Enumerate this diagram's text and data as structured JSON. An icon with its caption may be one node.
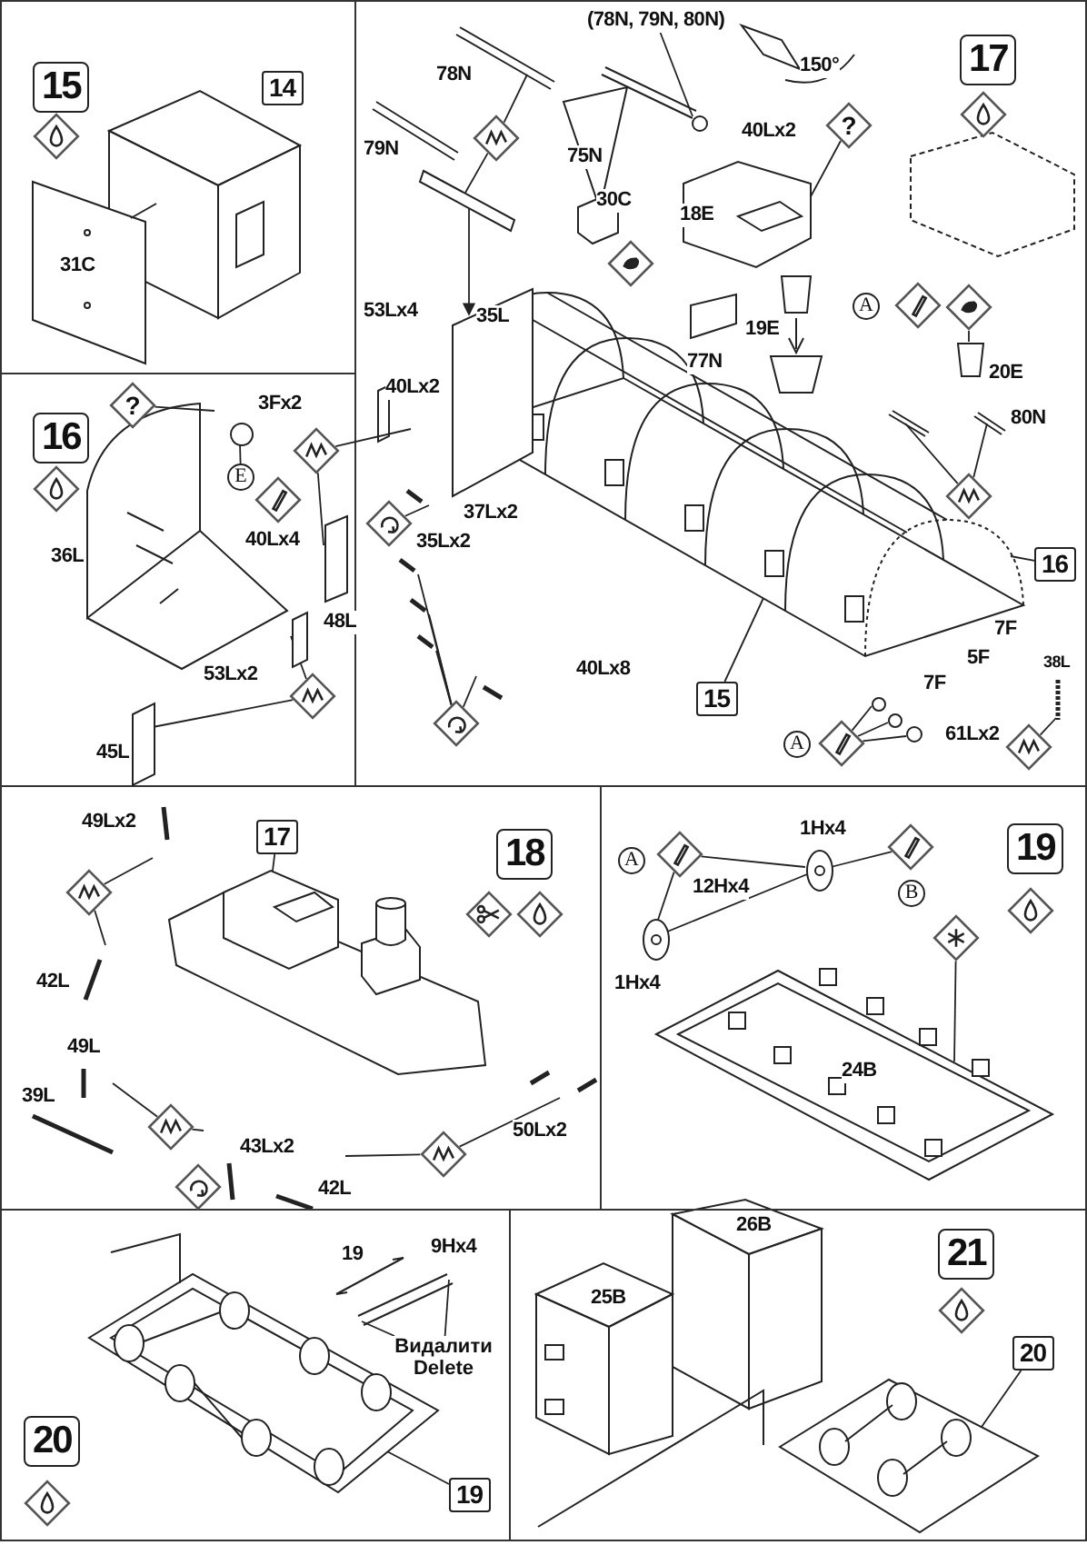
{
  "diagram": {
    "nodes": [
      {
        "text": [],
        "shape": "box"
      },
      {
        "text": [
          "15"
        ],
        "in": 0
      },
      {
        "text": [
          "14"
        ],
        "in": 0
      },
      {
        "text": [],
        "shape": "box"
      },
      {
        "text": [
          "17"
        ],
        "in": 3
      },
      {
        "text": [
          "(78N, 79N, 80N)"
        ],
        "in": 3
      },
      {
        "text": [
          "?"
        ],
        "in": 3
      },
      {
        "text": [
          "A"
        ],
        "in": 3
      },
      {
        "text": [
          "16"
        ],
        "in": 3
      },
      {
        "text": [
          "15"
        ],
        "in": 3
      },
      {
        "text": [
          "A"
        ],
        "in": 3
      },
      {
        "text": [],
        "shape": "diamond",
        "in": 3
      },
      {
        "text": [],
        "shape": "diamond",
        "in": 3
      },
      {
        "text": [],
        "shape": "diamond",
        "in": 3
      },
      {
        "text": [],
        "shape": "diamond",
        "in": 3
      },
      {
        "text": [],
        "shape": "diamond",
        "in": 3
      },
      {
        "text": [],
        "shape": "diamond",
        "in": 3
      },
      {
        "text": [],
        "shape": "diamond",
        "in": 3
      },
      {
        "text": [],
        "shape": "box"
      },
      {
        "text": [
          "16"
        ],
        "in": 18
      },
      {
        "text": [
          "?"
        ],
        "in": 18
      },
      {
        "text": [
          "E"
        ],
        "in": 18
      },
      {
        "text": [],
        "shape": "diamond",
        "in": 18
      },
      {
        "text": [],
        "shape": "diamond",
        "in": 18
      },
      {
        "text": [],
        "shape": "box",
        "in": 3
      },
      {
        "text": [],
        "shape": "box"
      },
      {
        "text": [
          "17"
        ],
        "in": 25
      },
      {
        "text": [
          "18"
        ],
        "in": 25
      },
      {
        "text": [],
        "shape": "diamond",
        "in": 25
      },
      {
        "text": [],
        "shape": "diamond",
        "in": 25
      },
      {
        "text": [],
        "shape": "diamond",
        "in": 25
      },
      {
        "text": [],
        "shape": "box"
      },
      {
        "text": [
          "A"
        ],
        "in": 31
      },
      {
        "text": [
          "B"
        ],
        "in": 31
      },
      {
        "text": [
          "19"
        ],
        "in": 31
      },
      {
        "text": [],
        "shape": "diamond",
        "in": 31
      },
      {
        "text": [],
        "shape": "diamond",
        "in": 31
      },
      {
        "text": [],
        "shape": "diamond",
        "in": 31
      },
      {
        "text": [],
        "shape": "box"
      },
      {
        "text": [
          "Видалити Delete"
        ],
        "in": 38
      },
      {
        "text": [
          "20"
        ],
        "in": 38
      },
      {
        "text": [
          "19"
        ],
        "in": 38
      },
      {
        "text": [],
        "shape": "box"
      },
      {
        "text": [
          "21"
        ],
        "in": 42
      },
      {
        "text": [
          "20"
        ],
        "in": 42
      },
      {
        "text": [],
        "shape": "picture",
        "in": 3
      },
      {
        "text": [],
        "shape": "picture",
        "in": 3
      },
      {
        "text": [],
        "shape": "bar",
        "in": 3
      },
      {
        "text": [],
        "shape": "bar",
        "in": 3
      },
      {
        "text": [],
        "shape": "bar",
        "in": 3
      },
      {
        "text": [],
        "shape": "bar",
        "in": 3
      },
      {
        "text": [],
        "shape": "bar",
        "in": 3
      },
      {
        "text": [],
        "shape": "box",
        "in": 3
      },
      {
        "text": [],
        "shape": "circle",
        "in": 18
      },
      {
        "text": [],
        "shape": "bar",
        "in": 18
      },
      {
        "text": [],
        "shape": "bar",
        "in": 18,
        "beside": [
          "45L"
        ]
      },
      {
        "text": [],
        "shape": "bar",
        "in": 18
      },
      {
        "text": [],
        "shape": "bar",
        "in": 3
      },
      {
        "text": [],
        "shape": "picture",
        "in": 25
      },
      {
        "text": [],
        "shape": "picture",
        "in": 31
      },
      {
        "text": [],
        "shape": "circle",
        "in": 31
      },
      {
        "text": [],
        "shape": "circle",
        "in": 31
      },
      {
        "text": [],
        "shape": "picture",
        "in": 38
      },
      {
        "text": [],
        "shape": "bar",
        "in": 38
      },
      {
        "text": [],
        "shape": "picture",
        "in": 42
      },
      {
        "text": [],
        "shape": "picture",
        "in": 45
      },
      {
        "text": [],
        "shape": "circle",
        "in": 3
      },
      {
        "text": [],
        "shape": "circle",
        "in": 3
      },
      {
        "text": [],
        "shape": "circle",
        "in": 3
      }
    ],
    "edges": [
      {
        "from": 5,
        "to": 47,
        "arrow": "none"
      },
      {
        "from": 6,
        "to": 46,
        "arrow": "none"
      },
      {
        "from": 8,
        "to": 65,
        "arrow": "none"
      },
      {
        "from": 9,
        "to": 45,
        "arrow": "none"
      },
      {
        "from": 11,
        "to": 48,
        "arrow": "none"
      },
      {
        "from": 11,
        "to": 49,
        "arrow": "none"
      },
      {
        "from": 12,
        "to": null,
        "arrow": "none"
      },
      {
        "from": 13,
        "to": null,
        "arrow": "none"
      },
      {
        "from": 13,
        "to": null,
        "arrow": "none"
      },
      {
        "from": 13,
        "to": null,
        "arrow": "none"
      },
      {
        "from": 13,
        "to": null,
        "arrow": "none"
      },
      {
        "from": 14,
        "to": 50,
        "arrow": "none"
      },
      {
        "from": 14,
        "to": 51,
        "arrow": "none"
      },
      {
        "from": 15,
        "to": 66,
        "arrow": "none"
      },
      {
        "from": 15,
        "to": 67,
        "arrow": "none"
      },
      {
        "from": 15,
        "to": 68,
        "arrow": "none"
      },
      {
        "from": 16,
        "to": 57,
        "arrow": "none"
      },
      {
        "from": 17,
        "to": 52,
        "arrow": "none"
      },
      {
        "from": 20,
        "to": null,
        "arrow": "none"
      },
      {
        "from": 21,
        "to": 53,
        "arrow": "none"
      },
      {
        "from": 22,
        "to": null,
        "arrow": "none"
      },
      {
        "from": 22,
        "to": 54,
        "arrow": "none"
      },
      {
        "from": 23,
        "to": 56,
        "arrow": "none"
      },
      {
        "from": 23,
        "to": 55,
        "arrow": "none"
      },
      {
        "from": 26,
        "to": 58,
        "arrow": "none"
      },
      {
        "from": 28,
        "to": null,
        "arrow": "none"
      },
      {
        "from": 28,
        "to": null,
        "arrow": "none"
      },
      {
        "from": 29,
        "to": null,
        "arrow": "none"
      },
      {
        "from": 29,
        "to": null,
        "arrow": "none"
      },
      {
        "from": 30,
        "to": null,
        "arrow": "none"
      },
      {
        "from": 30,
        "to": null,
        "arrow": "none"
      },
      {
        "from": 35,
        "to": 60,
        "arrow": "none"
      },
      {
        "from": 35,
        "to": 61,
        "arrow": "none"
      },
      {
        "from": 36,
        "to": 61,
        "arrow": "none"
      },
      {
        "from": 37,
        "to": 59,
        "arrow": "none"
      },
      {
        "from": 39,
        "to": 63,
        "arrow": "none"
      },
      {
        "from": 39,
        "to": 63,
        "arrow": "none"
      },
      {
        "from": 41,
        "to": 62,
        "arrow": "none"
      },
      {
        "from": 44,
        "to": 64,
        "arrow": "none"
      },
      {
        "from": 49,
        "to": 45,
        "arrow": "to"
      },
      {
        "from": 60,
        "to": 61,
        "arrow": "none"
      }
    ],
    "labels": [
      "31C",
      "150°",
      "78N",
      "79N",
      "75N",
      "30C",
      "40Lx2",
      "18E",
      "19E",
      "20E",
      "77N",
      "53Lx4",
      "35L",
      "40Lx2",
      "37Lx2",
      "35Lx2",
      "80N",
      "40Lx8",
      "7F",
      "5F",
      "7F",
      "61Lx2",
      "38L",
      "3Fx2",
      "36L",
      "40Lx4",
      "48L",
      "53Lx2",
      "49Lx2",
      "42L",
      "49L",
      "39L",
      "43Lx2",
      "42L",
      "50Lx2",
      "1Hx4",
      "12Hx4",
      "1Hx4",
      "24B",
      "19",
      "9Hx4",
      "26B",
      "25B"
    ]
  }
}
